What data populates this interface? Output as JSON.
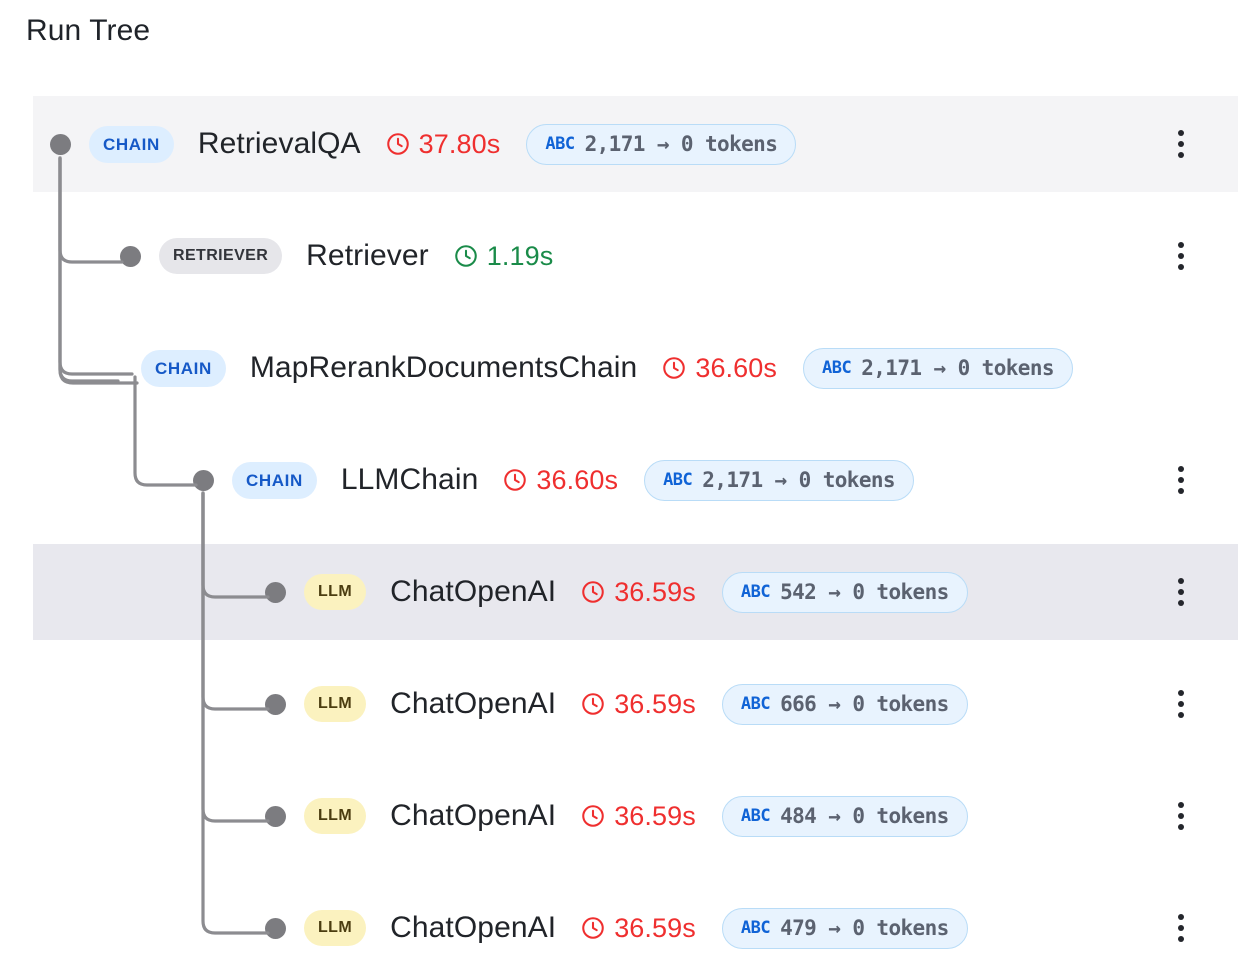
{
  "panel": {
    "title": "Run Tree"
  },
  "icons": {
    "clock": "clock-icon",
    "abc": "abc-icon",
    "kebab": "kebab-menu-icon",
    "node": "node-dot-icon"
  },
  "colors": {
    "chain_badge_bg": "#ddeeff",
    "chain_badge_text": "#1659c7",
    "retriever_badge_bg": "#e6e6ea",
    "retriever_badge_text": "#33353b",
    "llm_badge_bg": "#fbf2bf",
    "llm_badge_text": "#4b3d10",
    "duration_slow": "#ef2f2f",
    "duration_fast": "#1a8b49",
    "token_badge_bg": "#e8f3fe",
    "token_badge_border": "#b9dcf7",
    "token_abc": "#1063d6",
    "token_text": "#5b6270",
    "row_header_bg": "#f4f4f6",
    "row_selected_bg": "#e8e8ee",
    "connector_line": "#8c8c90",
    "node_dot": "#7c7c80"
  },
  "tree": {
    "rows": [
      {
        "id": "retrievalqa",
        "type_label": "CHAIN",
        "type_kind": "chain",
        "name": "RetrievalQA",
        "duration": "37.80s",
        "duration_state": "slow",
        "tokens_prefix": "ABC",
        "tokens": "2,171 → 0 tokens",
        "has_tokens": true,
        "has_kebab": true,
        "highlight": "header",
        "depth": 0
      },
      {
        "id": "retriever",
        "type_label": "RETRIEVER",
        "type_kind": "retriever",
        "name": "Retriever",
        "duration": "1.19s",
        "duration_state": "fast",
        "tokens_prefix": "",
        "tokens": "",
        "has_tokens": false,
        "has_kebab": true,
        "highlight": "none",
        "depth": 1
      },
      {
        "id": "maprerankdocumentschain",
        "type_label": "CHAIN",
        "type_kind": "chain",
        "name": "MapRerankDocumentsChain",
        "duration": "36.60s",
        "duration_state": "slow",
        "tokens_prefix": "ABC",
        "tokens": "2,171 → 0 tokens",
        "has_tokens": true,
        "has_kebab": false,
        "highlight": "none",
        "depth": 1
      },
      {
        "id": "llmchain",
        "type_label": "CHAIN",
        "type_kind": "chain",
        "name": "LLMChain",
        "duration": "36.60s",
        "duration_state": "slow",
        "tokens_prefix": "ABC",
        "tokens": "2,171 → 0 tokens",
        "has_tokens": true,
        "has_kebab": true,
        "highlight": "none",
        "depth": 2
      },
      {
        "id": "chatopenai-1",
        "type_label": "LLM",
        "type_kind": "llm",
        "name": "ChatOpenAI",
        "duration": "36.59s",
        "duration_state": "slow",
        "tokens_prefix": "ABC",
        "tokens": "542 → 0 tokens",
        "has_tokens": true,
        "has_kebab": true,
        "highlight": "selected",
        "depth": 3
      },
      {
        "id": "chatopenai-2",
        "type_label": "LLM",
        "type_kind": "llm",
        "name": "ChatOpenAI",
        "duration": "36.59s",
        "duration_state": "slow",
        "tokens_prefix": "ABC",
        "tokens": "666 → 0 tokens",
        "has_tokens": true,
        "has_kebab": true,
        "highlight": "none",
        "depth": 3
      },
      {
        "id": "chatopenai-3",
        "type_label": "LLM",
        "type_kind": "llm",
        "name": "ChatOpenAI",
        "duration": "36.59s",
        "duration_state": "slow",
        "tokens_prefix": "ABC",
        "tokens": "484 → 0 tokens",
        "has_tokens": true,
        "has_kebab": true,
        "highlight": "none",
        "depth": 3
      },
      {
        "id": "chatopenai-4",
        "type_label": "LLM",
        "type_kind": "llm",
        "name": "ChatOpenAI",
        "duration": "36.59s",
        "duration_state": "slow",
        "tokens_prefix": "ABC",
        "tokens": "479 → 0 tokens",
        "has_tokens": true,
        "has_kebab": true,
        "highlight": "none",
        "depth": 3
      }
    ]
  }
}
